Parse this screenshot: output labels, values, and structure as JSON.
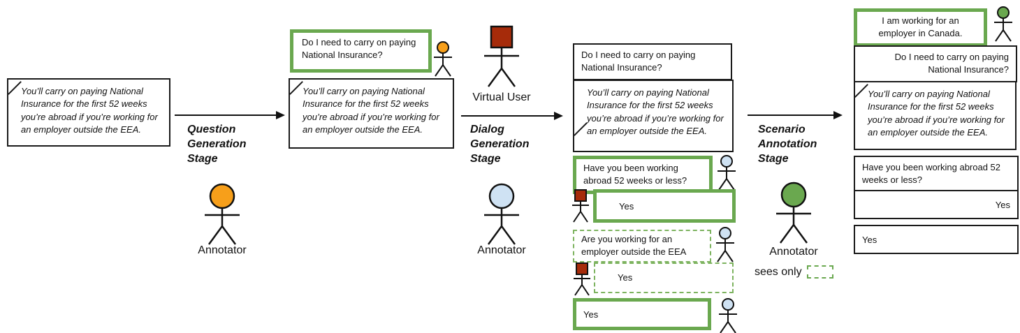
{
  "texts": {
    "rule_note": "You’ll carry on paying National Insurance for the first 52 weeks you’re abroad if you’re working for an employer outside the EEA.",
    "initial_question": "Do I need to carry on paying National Insurance?",
    "followup_question_1": "Have you been working abroad 52 weeks or less?",
    "followup_question_2": "Are you working for an employer outside the EEA",
    "answer_yes": "Yes",
    "scenario_statement": "I am working for an employer in Canada."
  },
  "stages": {
    "question_generation": "Question\nGeneration\nStage",
    "dialog_generation": "Dialog\nGeneration\nStage",
    "scenario_annotation": "Scenario\nAnnotation\nStage"
  },
  "labels": {
    "annotator": "Annotator",
    "virtual_user": "Virtual User",
    "annotator_sees_only": "sees only"
  },
  "colors": {
    "highlight_green": "#6aa84f",
    "dashed_green": "#7db35f",
    "annotator1_orange": "#f79f1a",
    "virtual_user_red": "#a62b0a",
    "annotator2_blue": "#cfe2f3",
    "annotator3_green": "#6aa84f",
    "box_border_black": "#1a1a1a"
  }
}
